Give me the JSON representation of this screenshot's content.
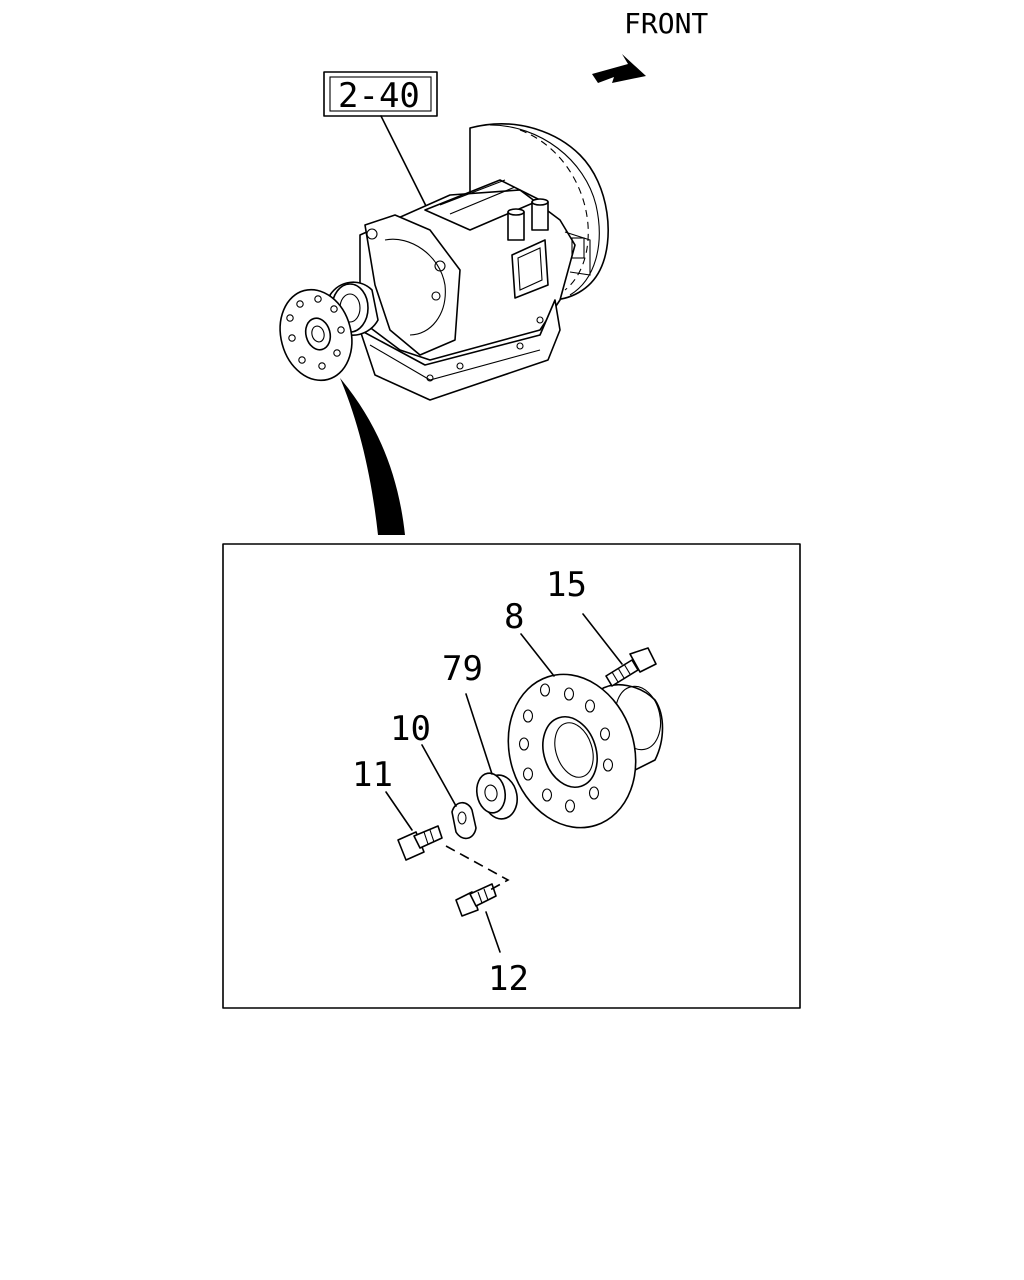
{
  "front_label": "FRONT",
  "reference_box": "2-40",
  "parts": {
    "p15": "15",
    "p8": "8",
    "p79": "79",
    "p10": "10",
    "p11": "11",
    "p12": "12"
  }
}
